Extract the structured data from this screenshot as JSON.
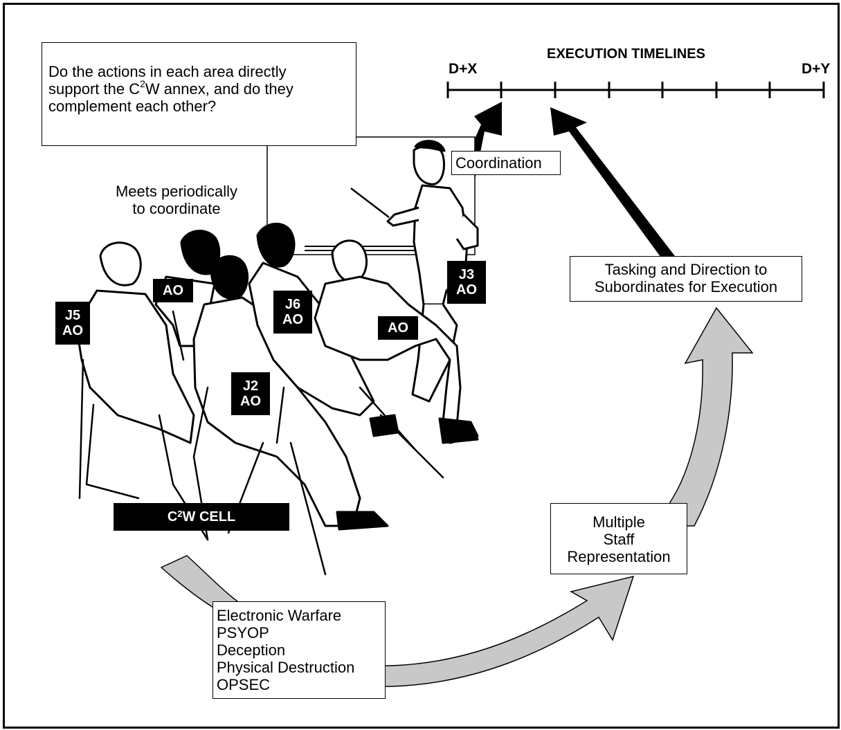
{
  "question": {
    "line1": "Do the actions in each area directly",
    "line2_pre": "support the C",
    "line2_sup": "2",
    "line2_post": "W annex, and do they",
    "line3": "complement each other?"
  },
  "timeline": {
    "title": "EXECUTION TIMELINES",
    "start_label": "D+X",
    "end_label": "D+Y"
  },
  "coordination_label": "Coordination",
  "meets_label": {
    "line1": "Meets periodically",
    "line2": "to coordinate"
  },
  "tasking_box": {
    "line1": "Tasking and Direction to",
    "line2": "Subordinates for Execution"
  },
  "staff_box": {
    "line1": "Multiple",
    "line2": "Staff",
    "line3": "Representation"
  },
  "areas_box": {
    "items": [
      "Electronic Warfare",
      "PSYOP",
      "Deception",
      "Physical Destruction",
      "OPSEC"
    ]
  },
  "cell_label": {
    "pre": "C",
    "sup": "2",
    "post": "W CELL"
  },
  "officer_tags": {
    "j5": [
      "J5",
      "AO"
    ],
    "ao_left": [
      "AO"
    ],
    "j6": [
      "J6",
      "AO"
    ],
    "ao_right": [
      "AO"
    ],
    "j3": [
      "J3",
      "AO"
    ],
    "j2": [
      "J2",
      "AO"
    ]
  },
  "colors": {
    "arrow_fill": "#c8c8c8",
    "ink": "#000000",
    "paper": "#ffffff"
  }
}
